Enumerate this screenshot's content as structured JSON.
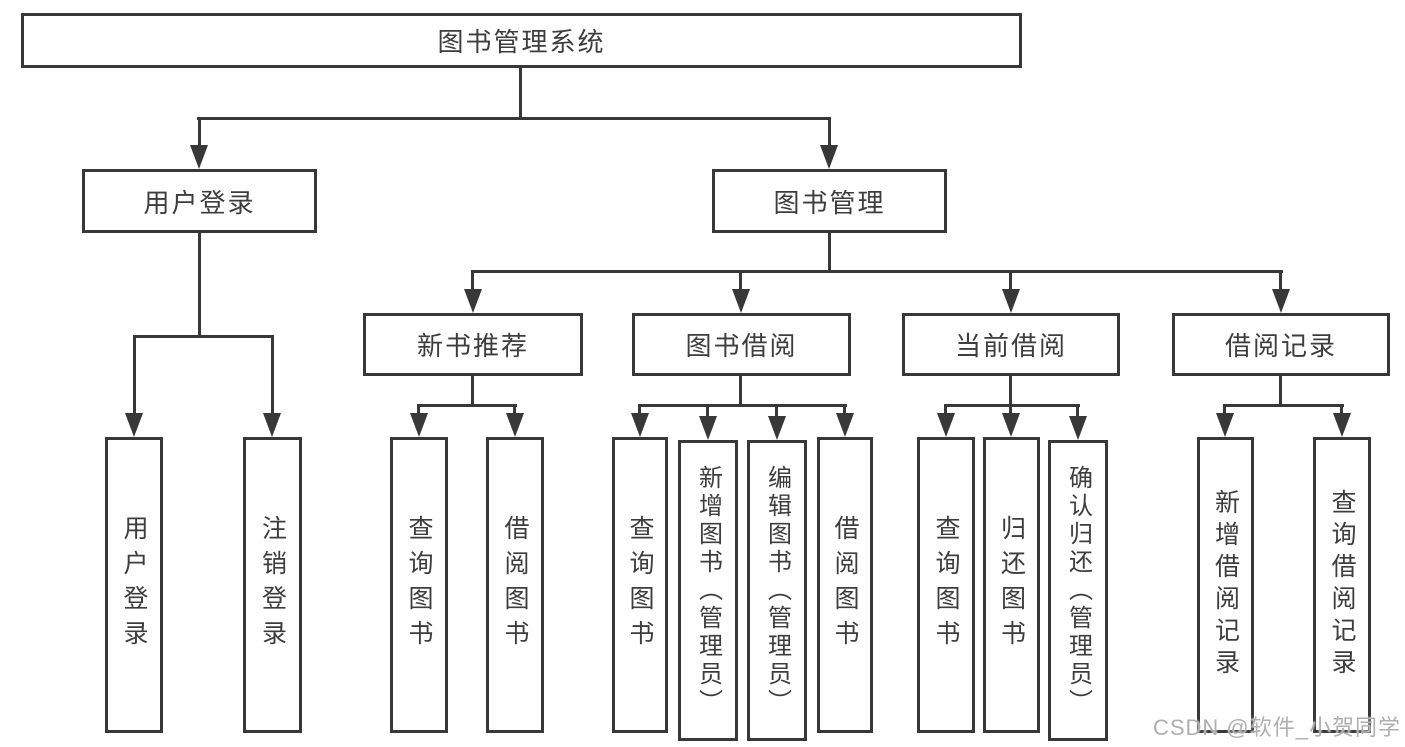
{
  "tree": {
    "root": "图书管理系统",
    "branches": [
      {
        "label": "用户登录",
        "children": [
          "用户登录",
          "注销登录"
        ]
      },
      {
        "label": "图书管理",
        "groups": [
          {
            "label": "新书推荐",
            "children": [
              "查询图书",
              "借阅图书"
            ]
          },
          {
            "label": "图书借阅",
            "children": [
              "查询图书",
              "新增图书（管理员）",
              "编辑图书（管理员）",
              "借阅图书"
            ]
          },
          {
            "label": "当前借阅",
            "children": [
              "查询图书",
              "归还图书",
              "确认归还（管理员）"
            ]
          },
          {
            "label": "借阅记录",
            "children": [
              "新增借阅记录",
              "查询借阅记录"
            ]
          }
        ]
      }
    ]
  },
  "watermark": {
    "text": "CSDN @软件_小贺同学"
  },
  "colors": {
    "line": "#383838",
    "text": "#3d3d3d",
    "watermark": "#afafaf",
    "background": "#ffffff"
  }
}
